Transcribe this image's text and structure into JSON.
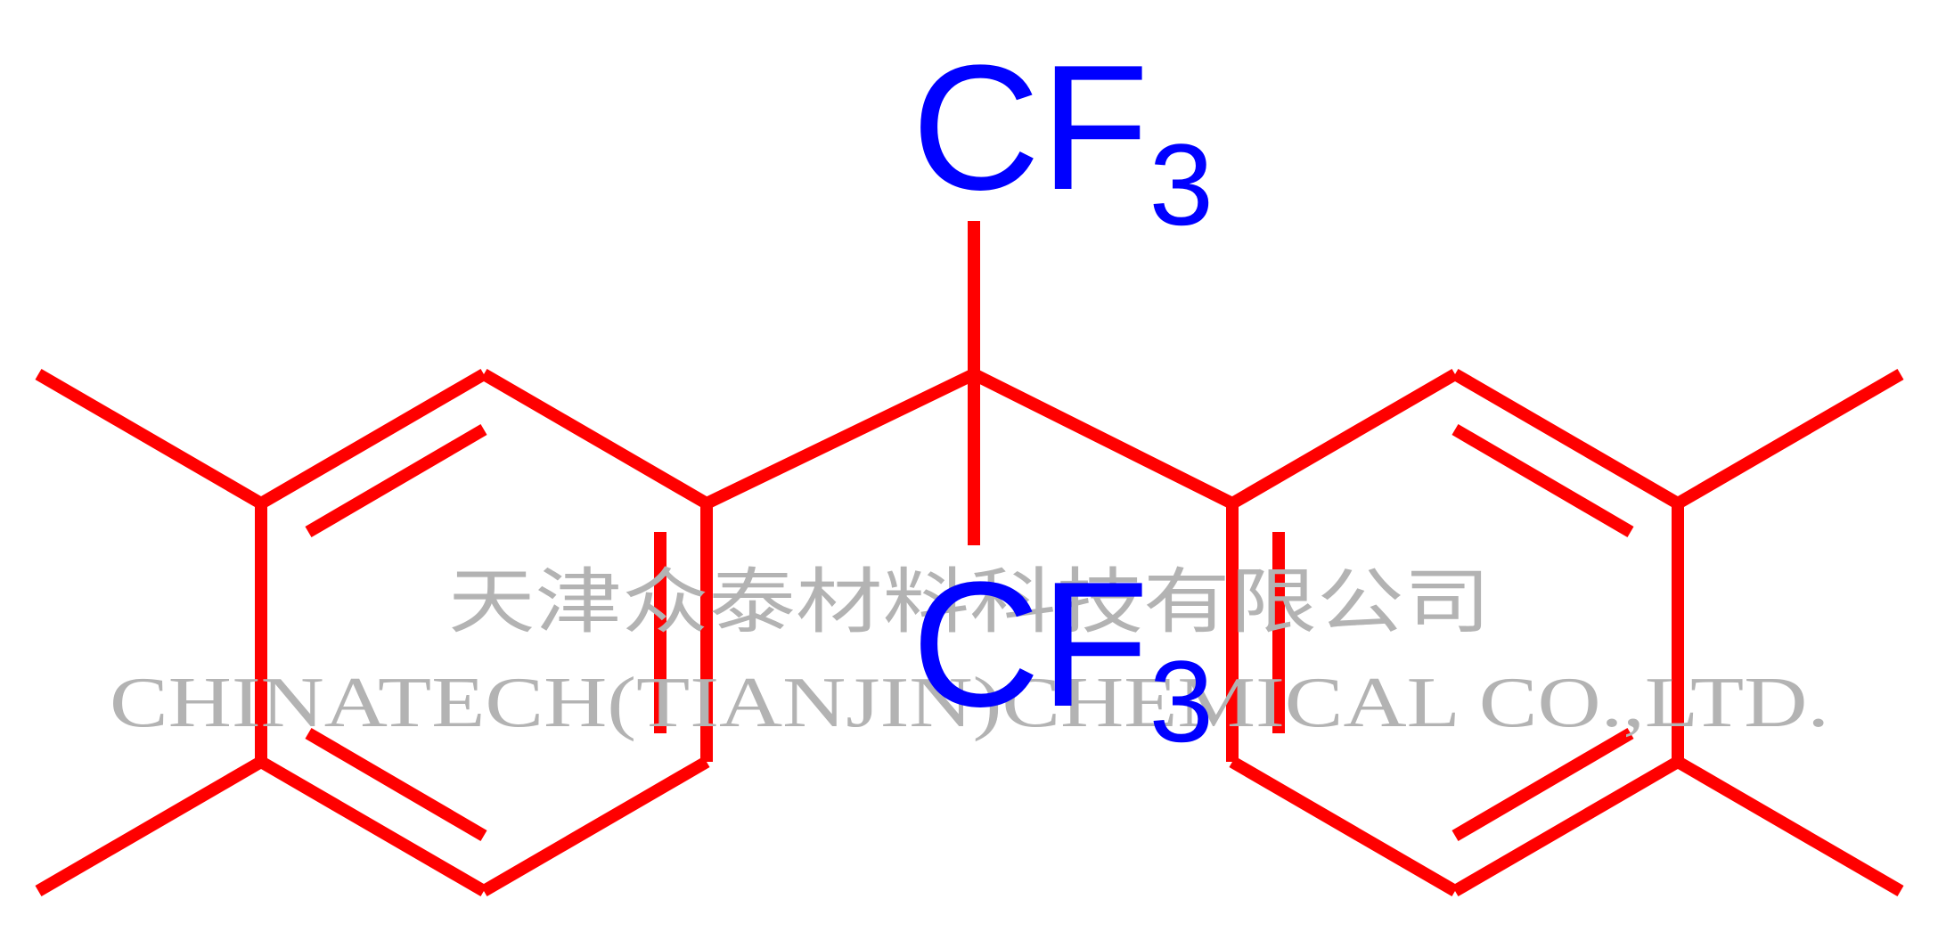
{
  "molecule": {
    "groups": [
      {
        "main": "CF",
        "sub": "3"
      },
      {
        "main": "CF",
        "sub": "3"
      }
    ]
  },
  "watermark": {
    "line1": "天津众泰材料科技有限公司",
    "line2": "CHINATECH(TIANJIN)CHEMICAL CO.,LTD."
  },
  "colors": {
    "bond": "#ff0000",
    "label": "#0000ff",
    "watermark": "#b3b3b3"
  }
}
